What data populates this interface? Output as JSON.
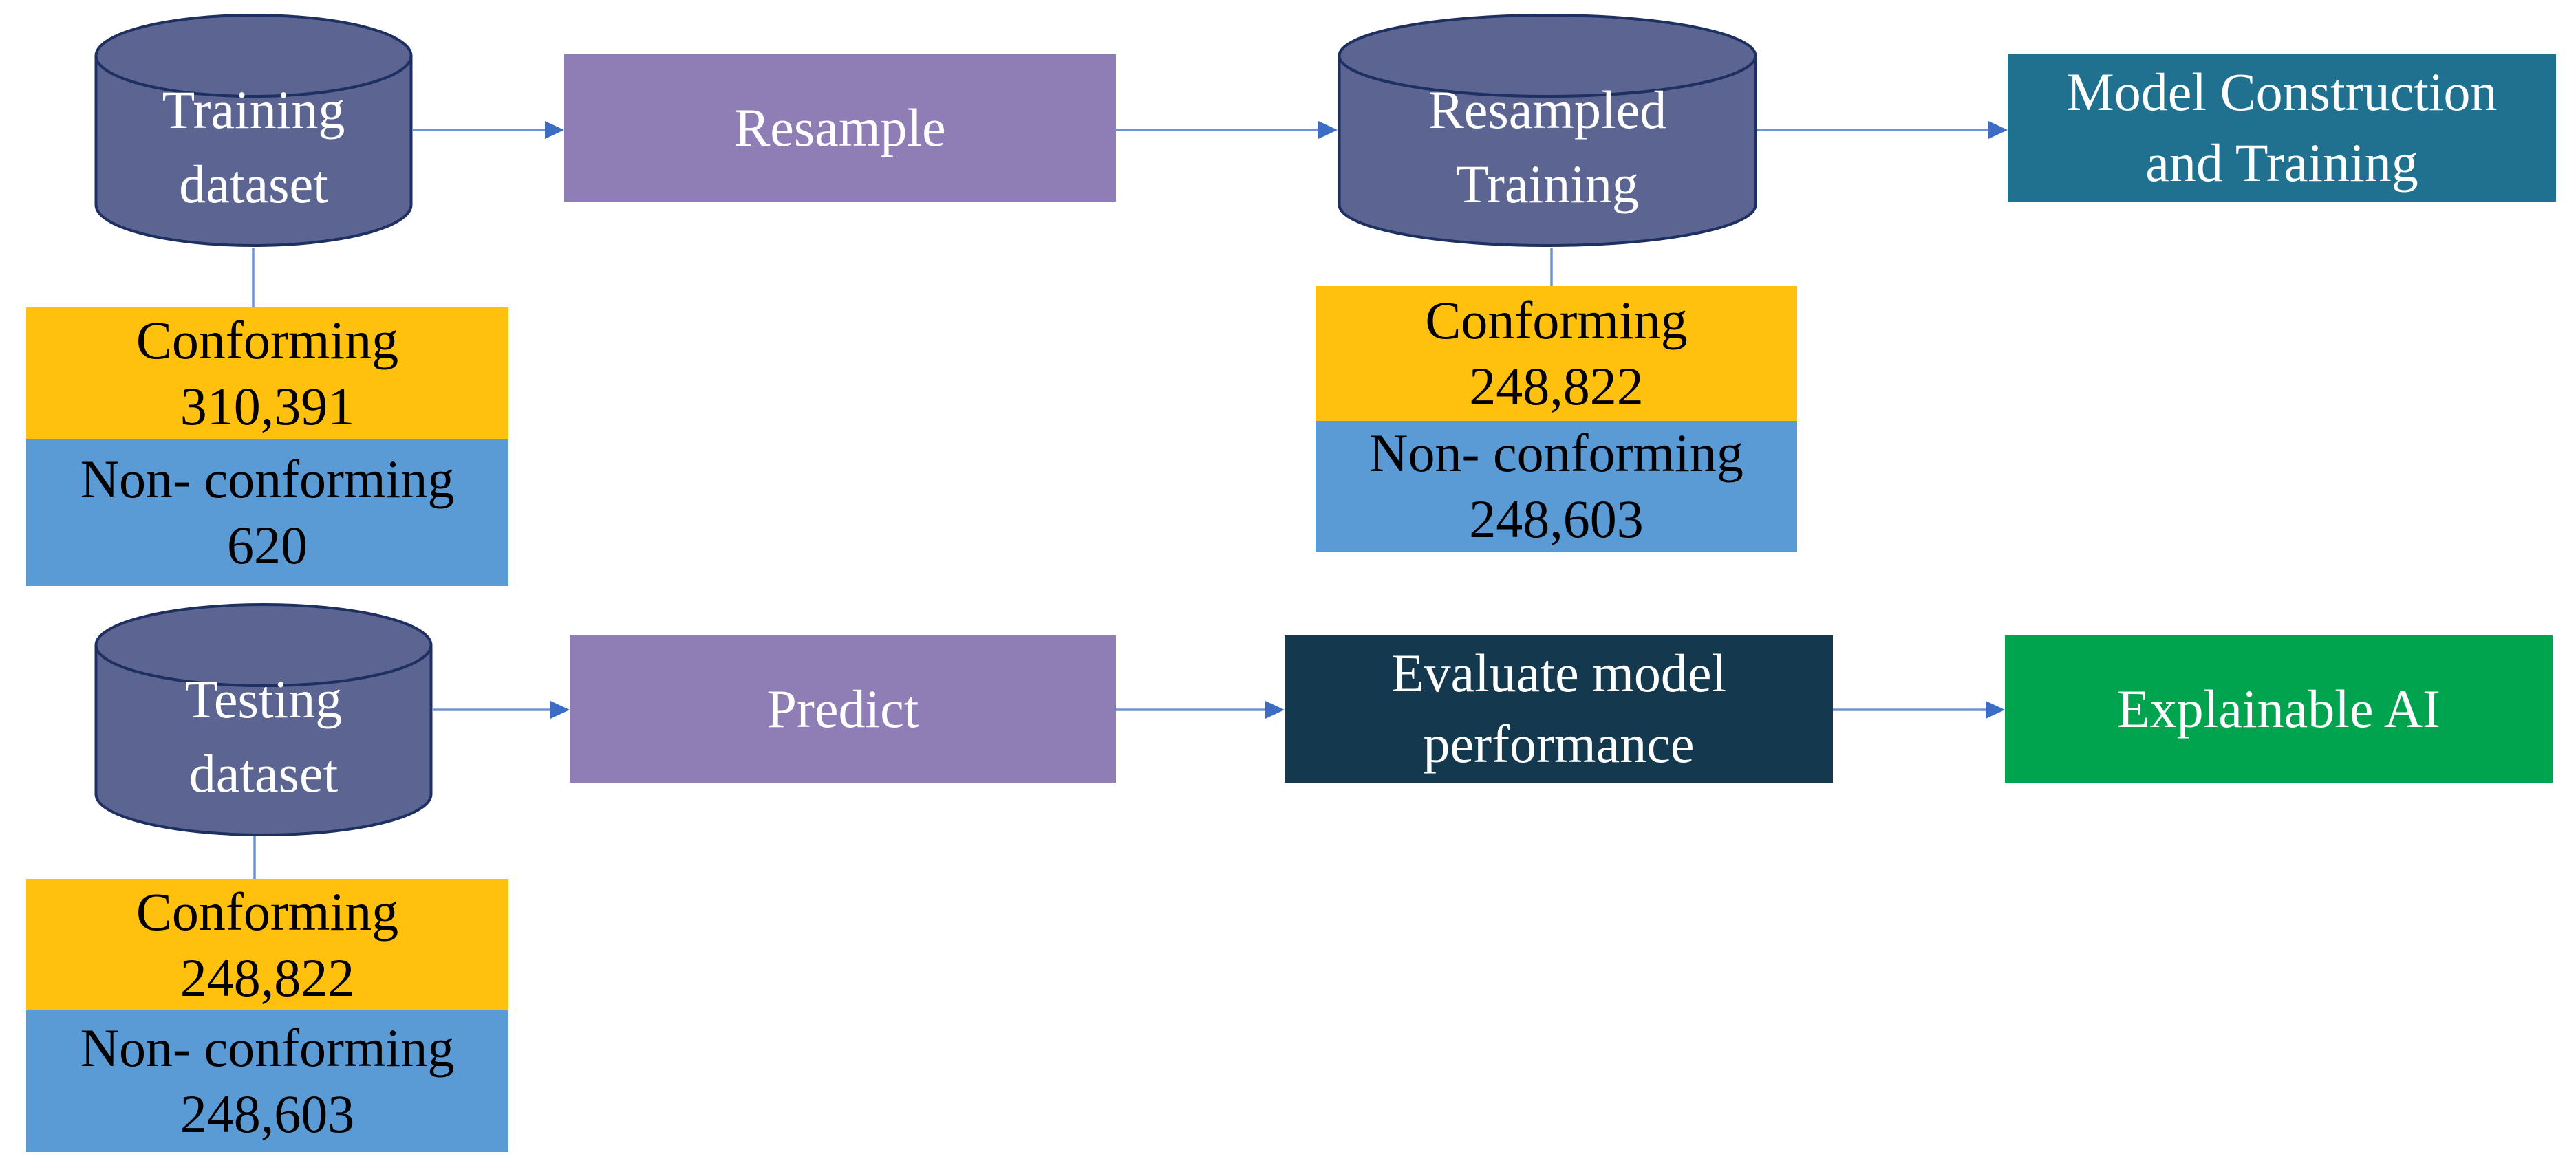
{
  "diagram": {
    "type": "flowchart",
    "description": "Machine learning pipeline with resampling of training data, model construction, prediction, evaluation and explainable AI",
    "colors": {
      "background": "#FFFFFF",
      "cylinder_fill": "#5C6492",
      "cylinder_stroke": "#1E3061",
      "process_purple": "#8F7EB5",
      "model_teal": "#20708F",
      "evaluate_navy": "#14384E",
      "explainable_green": "#00A44F",
      "conforming_yellow": "#FFC10E",
      "nonconforming_blue": "#5B9BD5",
      "connector_blue": "#4472C4"
    },
    "nodes": {
      "training_dataset": {
        "label": "Training dataset",
        "shape": "cylinder"
      },
      "resample": {
        "label": "Resample",
        "shape": "rectangle"
      },
      "resampled_training": {
        "label": "Resampled Training",
        "shape": "cylinder"
      },
      "model_construction": {
        "label": "Model Construction and Training",
        "shape": "rectangle"
      },
      "testing_dataset": {
        "label": "Testing dataset",
        "shape": "cylinder"
      },
      "predict": {
        "label": "Predict",
        "shape": "rectangle"
      },
      "evaluate": {
        "label": "Evaluate model performance",
        "shape": "rectangle"
      },
      "explainable_ai": {
        "label": "Explainable AI",
        "shape": "rectangle"
      }
    },
    "stats": {
      "training": {
        "conforming": {
          "label": "Conforming",
          "value": "310,391"
        },
        "nonconforming": {
          "label": "Non- conforming",
          "value": "620"
        }
      },
      "resampled": {
        "conforming": {
          "label": "Conforming",
          "value": "248,822"
        },
        "nonconforming": {
          "label": "Non- conforming",
          "value": "248,603"
        }
      },
      "testing": {
        "conforming": {
          "label": "Conforming",
          "value": "248,822"
        },
        "nonconforming": {
          "label": "Non- conforming",
          "value": "248,603"
        }
      }
    },
    "edges": [
      "training_dataset -> resample",
      "resample -> resampled_training",
      "resampled_training -> model_construction",
      "training_dataset -> training_stats",
      "resampled_training -> resampled_stats",
      "testing_dataset -> predict",
      "predict -> evaluate",
      "evaluate -> explainable_ai",
      "testing_dataset -> testing_stats"
    ]
  }
}
